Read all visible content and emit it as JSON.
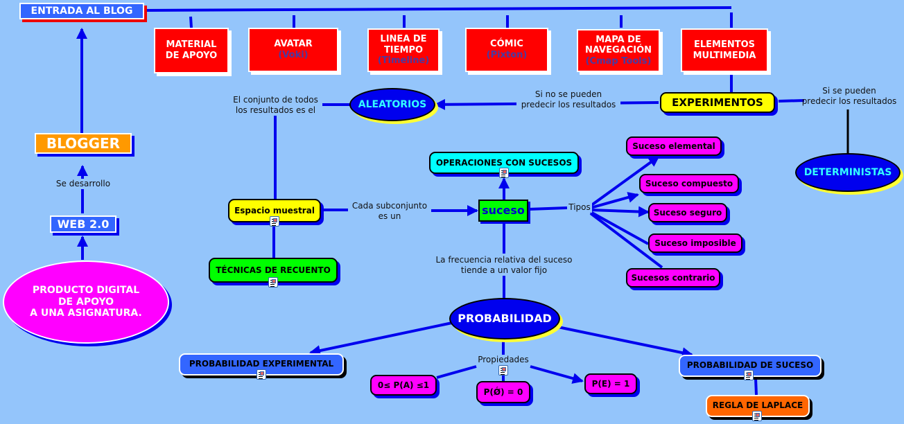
{
  "title": "Mapa conceptual: Producto digital de apoyo - Probabilidad",
  "colors": {
    "background": "#94c5fb",
    "link": "#0000ee",
    "red_box": "#ff0000",
    "ellipse_blue": "#0000ee",
    "magenta": "#ff00ff",
    "yellow": "#ffff00",
    "green": "#00ff00",
    "cyan": "#00ffff",
    "light_blue": "#3366ff",
    "orange": "#ff6600",
    "blogger_orange": "#ff9900"
  },
  "nodes": {
    "entrada": "ENTRADA AL BLOG",
    "blogger": "BLOGGER",
    "web20": "WEB 2.0",
    "producto": [
      "PRODUCTO DIGITAL",
      "DE APOYO",
      "A UNA ASIGNATURA."
    ],
    "material": [
      "MATERIAL",
      "DE APOYO"
    ],
    "avatar": {
      "title": "AVATAR",
      "sub": "(Voki)"
    },
    "linea": {
      "title1": "LINEA DE",
      "title2": "TIEMPO",
      "sub": "(Timeline)"
    },
    "comic": {
      "title": "CÓMIC",
      "sub": "(Pixton)"
    },
    "mapa": {
      "title1": "MAPA DE",
      "title2": "NAVEGACIÓN",
      "sub": "(Cmap Tools)"
    },
    "elementos": [
      "ELEMENTOS",
      "MULTIMEDIA"
    ],
    "aleatorios": "ALEATORIOS",
    "experimentos": "EXPERIMENTOS",
    "deterministas": "DETERMINISTAS",
    "espacio": "Espacio muestral",
    "tecnicas": "TÉCNICAS DE RECUENTO",
    "operaciones": "OPERACIONES CON SUCESOS",
    "suceso": "suceso",
    "tipos": [
      "Suceso elemental",
      "Suceso compuesto",
      "Suceso seguro",
      "Suceso imposible",
      "Sucesos contrario"
    ],
    "probabilidad": "PROBABILIDAD",
    "prob_exp": "PROBABILIDAD EXPERIMENTAL",
    "prob_suceso": "PROBABILIDAD DE SUCESO",
    "laplace": "REGLA DE LAPLACE",
    "propiedades": [
      "0≤ P(A) ≤1",
      "P(Ǿ) = 0",
      "P(E) = 1"
    ]
  },
  "labels": {
    "se_desarrollo": "Se desarrollo",
    "conjunto": [
      "El conjunto de todos",
      "los resultados es el"
    ],
    "no_predecir": [
      "Si no se pueden",
      "predecir los resultados"
    ],
    "si_predecir": [
      "Si se pueden",
      "predecir los resultados"
    ],
    "subconjunto": [
      "Cada subconjunto",
      "es un"
    ],
    "tipos": "Tipos",
    "frecuencia": [
      "La frecuencia relativa del suceso",
      "tiende a un valor fijo"
    ],
    "propiedades": "Propiedades"
  }
}
